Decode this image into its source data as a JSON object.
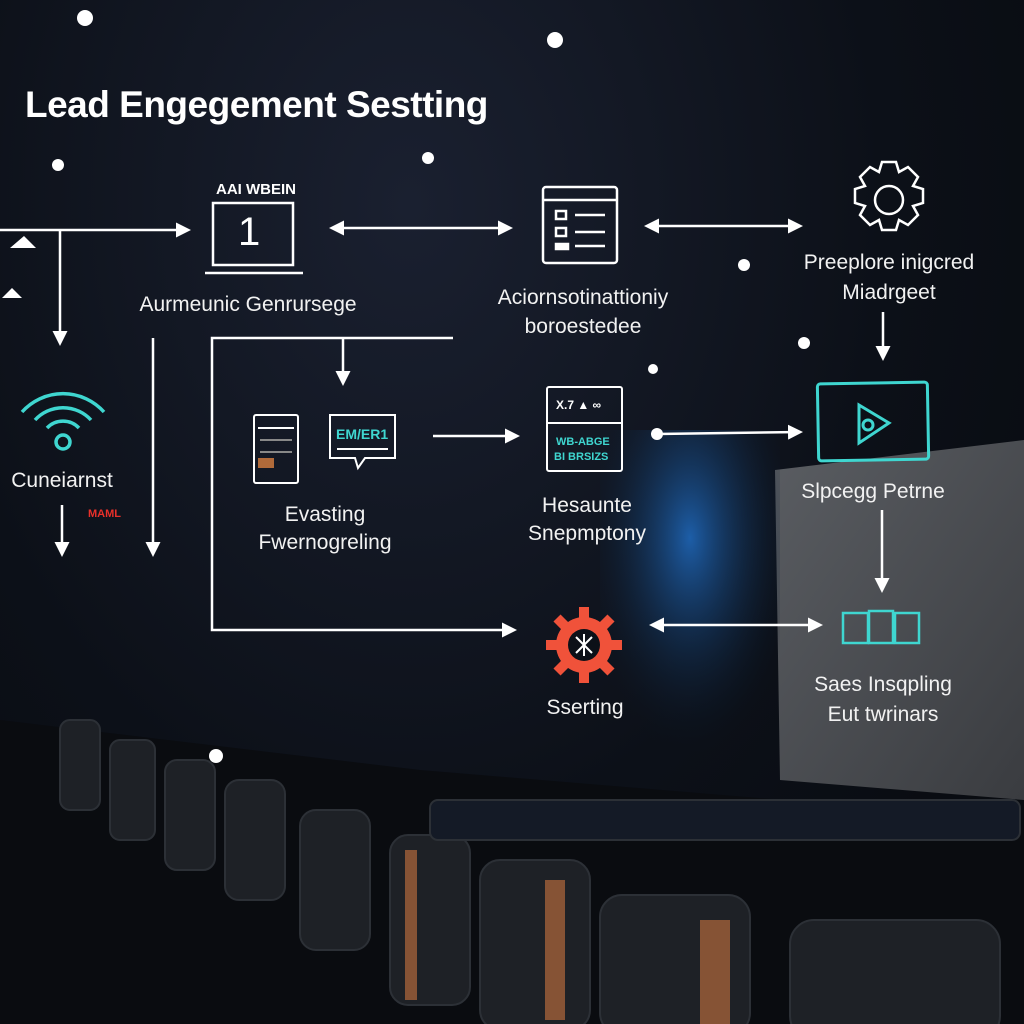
{
  "title": "Lead Engegement Sestting",
  "nodes": {
    "calendar": {
      "header": "AAI WBEIN",
      "number": "1",
      "label": "Aurmeunic Genrursege"
    },
    "checklist": {
      "label_line1": "Aciornsotinattioniy",
      "label_line2": "boroestedee"
    },
    "gear": {
      "label_line1": "Preeplore inigcred",
      "label_line2": "Miadrgeet"
    },
    "wifi": {
      "label": "Cuneiarnst",
      "tag": "MAML"
    },
    "document": {
      "chat_text": "EM/ER1",
      "label_line1": "Evasting",
      "label_line2": "Fwernogreling"
    },
    "panel": {
      "top_text": "X.7 ▲ ∞",
      "bottom_line1": "WB-ABGE",
      "bottom_line2": "BI BRSIZS",
      "label_line1": "Hesaunte",
      "label_line2": "Snepmptony"
    },
    "video": {
      "label": "Slpcegg Petrne"
    },
    "red_gear": {
      "label": "Sserting"
    },
    "boxes": {
      "label_line1": "Saes Insqpling",
      "label_line2": "Eut twrinars"
    }
  },
  "colors": {
    "accent_cyan": "#3fd6d0",
    "accent_red": "#f0523a",
    "line": "#ffffff"
  }
}
